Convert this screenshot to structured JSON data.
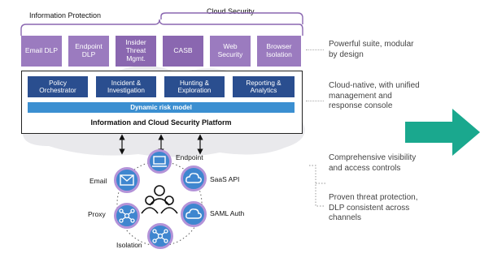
{
  "brackets": {
    "info_protection": "Information Protection",
    "cloud_security": "Cloud Security"
  },
  "products": [
    "Email DLP",
    "Endpoint DLP",
    "Insider Threat Mgmt.",
    "CASB",
    "Web Security",
    "Browser Isolation"
  ],
  "platform": {
    "modules": [
      "Policy Orchestrator",
      "Incident & Investigation",
      "Hunting & Exploration",
      "Reporting & Analytics"
    ],
    "risk_model": "Dynamic risk model",
    "title": "Information and Cloud Security Platform"
  },
  "nodes": {
    "endpoint": "Endpoint",
    "saas_api": "SaaS API",
    "saml_auth": "SAML Auth",
    "isolation": "Isolation",
    "proxy": "Proxy",
    "email": "Email"
  },
  "notes": {
    "suite": "Powerful suite, modular by design",
    "cloud_native": "Cloud-native, with unified management and response console",
    "visibility": "Comprehensive visibility and access controls",
    "threat": "Proven threat protection, DLP consistent across channels"
  },
  "colors": {
    "purple": "#9b7bbf",
    "navy": "#2a4e8f",
    "blue_bar": "#3b8fd1",
    "node_blue": "#3f86cf",
    "node_ring": "#b493d8",
    "arrow_teal": "#1aa88e"
  },
  "icons": [
    "envelope-icon",
    "laptop-icon",
    "cloud-icon",
    "cloud-icon",
    "network-icon",
    "network-icon",
    "users-icon",
    "arrow-right-icon"
  ]
}
